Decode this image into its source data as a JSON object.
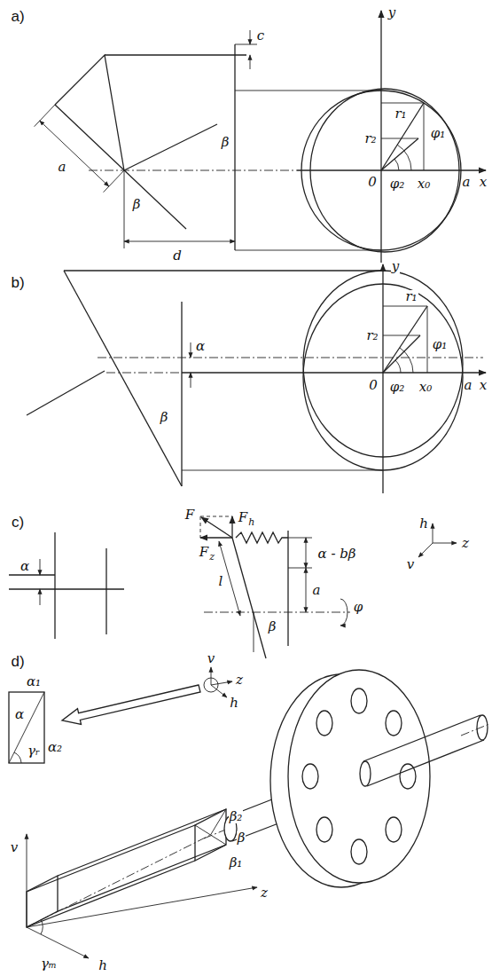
{
  "diagram": {
    "labels": [
      "a)",
      "c",
      "a",
      "β",
      "β",
      "d",
      "y",
      "r₁",
      "r₂",
      "φ₁",
      "0",
      "φ₂",
      "x₀",
      "a",
      "x",
      "b)",
      "α",
      "β",
      "y",
      "r₁",
      "r₂",
      "φ₁",
      "0",
      "φ₂",
      "x₀",
      "a",
      "x",
      "c)",
      "α",
      "F",
      "F",
      "h",
      "F",
      "z",
      "l",
      "β",
      "α - bβ",
      "a",
      "φ",
      "h",
      "v",
      "z",
      "d)",
      "v",
      "z",
      "h",
      "α₁",
      "α",
      "γᵣ",
      "α₂",
      "v",
      "β₂",
      "β",
      "β₁",
      "z",
      "γₘ",
      "h"
    ]
  }
}
